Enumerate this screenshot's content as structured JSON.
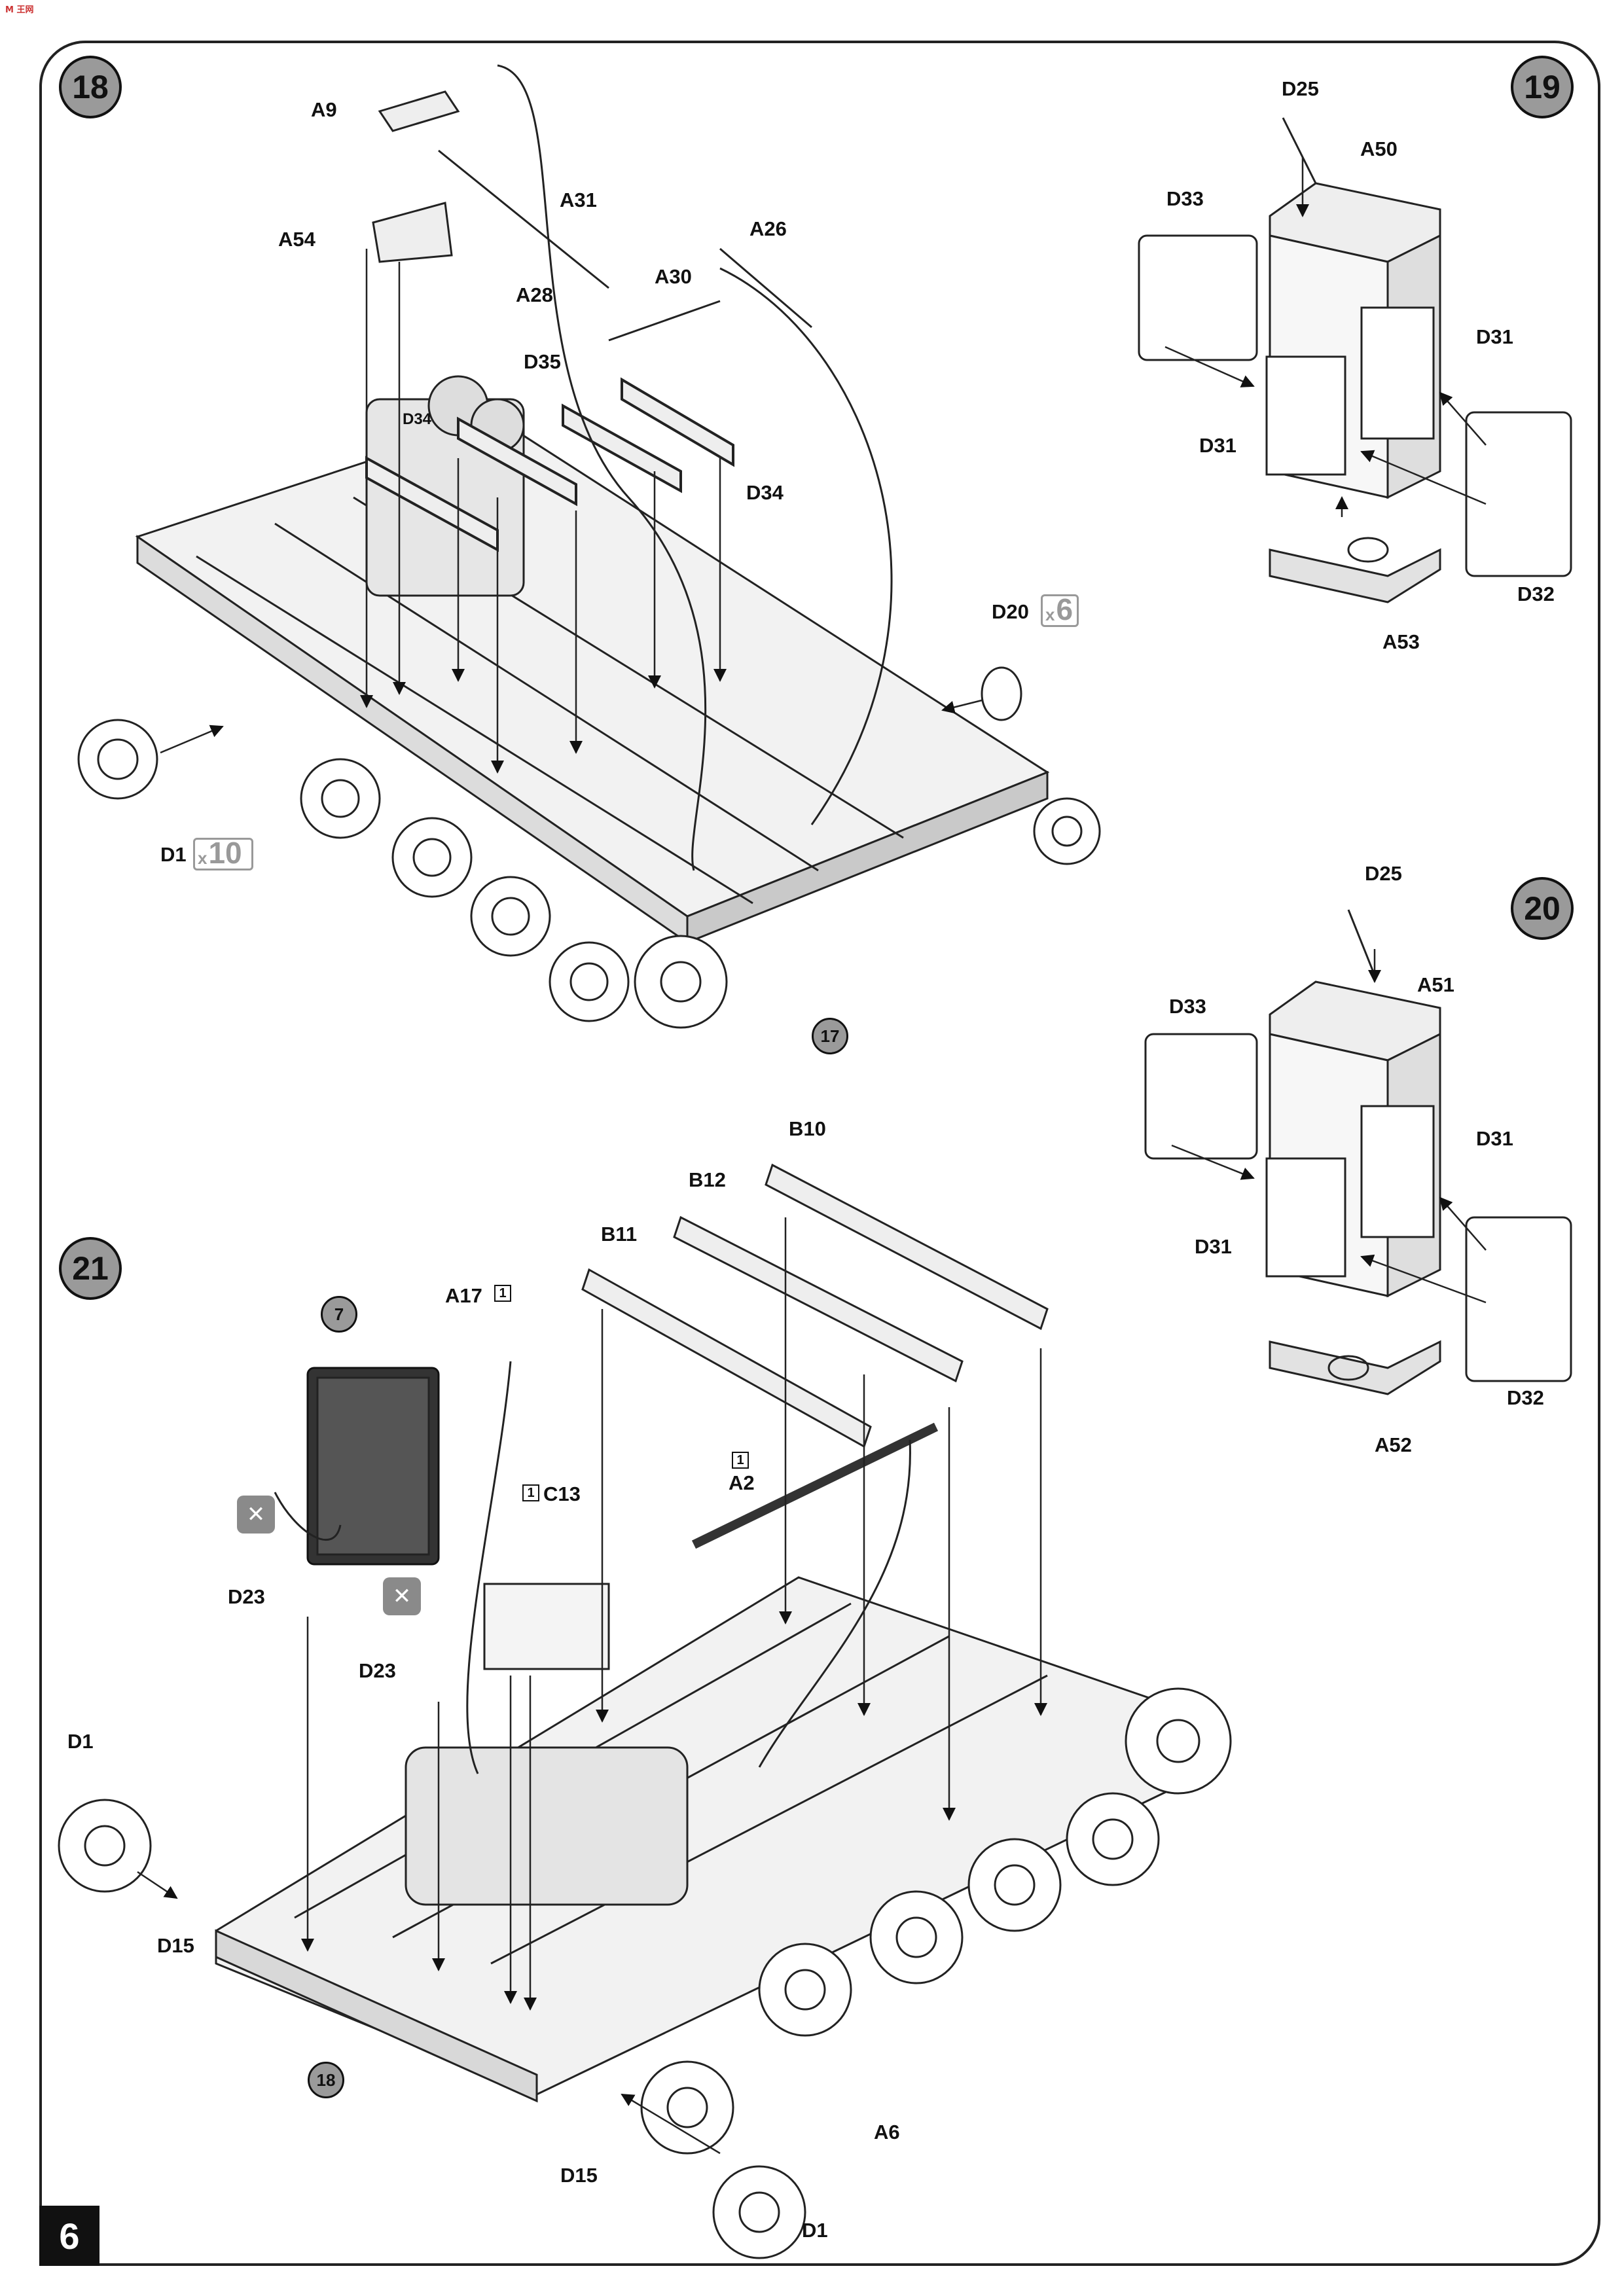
{
  "watermark": "M 王网",
  "page_number": "6",
  "steps": {
    "s18": "18",
    "s19": "19",
    "s20": "20",
    "s21": "21"
  },
  "refs": {
    "r17": "17",
    "r7": "7",
    "r18": "18"
  },
  "labels": {
    "A9": "A9",
    "A54": "A54",
    "A31": "A31",
    "A28": "A28",
    "A30": "A30",
    "A26": "A26",
    "D35": "D35",
    "D34a": "D34",
    "D34b": "D34",
    "D20": "D20",
    "D1_18": "D1",
    "D25_19": "D25",
    "A50": "A50",
    "D33_19": "D33",
    "D31a_19": "D31",
    "D31b_19": "D31",
    "D32_19": "D32",
    "A53": "A53",
    "D25_20": "D25",
    "A51": "A51",
    "D33_20": "D33",
    "D31a_20": "D31",
    "D31b_20": "D31",
    "D32_20": "D32",
    "A52": "A52",
    "B10": "B10",
    "B12": "B12",
    "B11": "B11",
    "A17": "A17",
    "A2": "A2",
    "C13": "C13",
    "D23a": "D23",
    "D23b": "D23",
    "D1a_21": "D1",
    "D15a": "D15",
    "D15b": "D15",
    "A6": "A6",
    "D1b_21": "D1"
  },
  "quantities": {
    "D20_qty": {
      "x": "x",
      "n": "6"
    },
    "D1_qty": {
      "x": "x",
      "n": "10"
    }
  },
  "sprue_marks": {
    "A17": "1",
    "A2": "1",
    "C13": "1"
  },
  "icons": {
    "glue": "no-glue-icon"
  }
}
